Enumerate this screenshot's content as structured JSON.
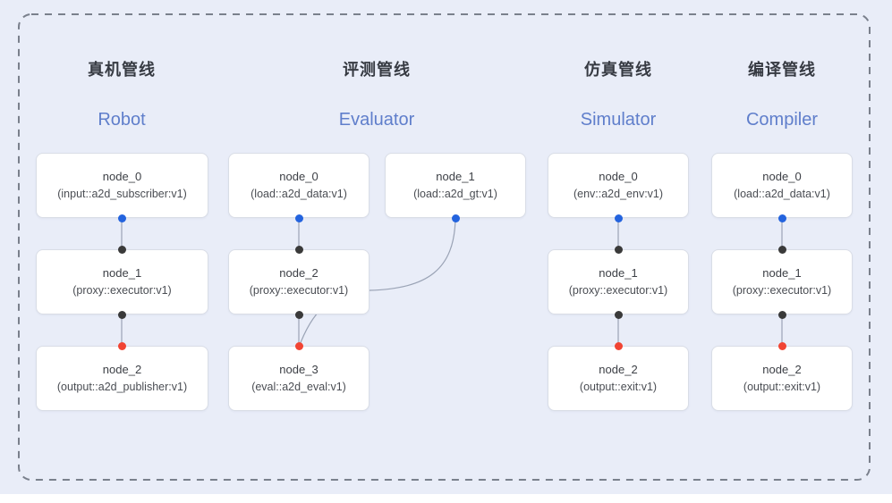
{
  "figure": {
    "background_color": "#e9edf8",
    "dashed_border_color": "#7a808c",
    "edge_color": "#9aa3b5",
    "title_zh_color": "#363a42",
    "title_en_color": "#5f7ecb",
    "port_colors": {
      "source_output": "#2363de",
      "proxy_port": "#3a3a3a",
      "sink_input": "#f14433"
    }
  },
  "pipelines": [
    {
      "key": "robot",
      "title_zh": "真机管线",
      "title_en": "Robot",
      "nodes": [
        {
          "name": "node_0",
          "type": "(input::a2d_subscriber:v1)"
        },
        {
          "name": "node_1",
          "type": "(proxy::executor:v1)"
        },
        {
          "name": "node_2",
          "type": "(output::a2d_publisher:v1)"
        }
      ]
    },
    {
      "key": "evaluator",
      "title_zh": "评测管线",
      "title_en": "Evaluator",
      "nodes": [
        {
          "name": "node_0",
          "type": "(load::a2d_data:v1)"
        },
        {
          "name": "node_1",
          "type": "(load::a2d_gt:v1)"
        },
        {
          "name": "node_2",
          "type": "(proxy::executor:v1)"
        },
        {
          "name": "node_3",
          "type": "(eval::a2d_eval:v1)"
        }
      ]
    },
    {
      "key": "simulator",
      "title_zh": "仿真管线",
      "title_en": "Simulator",
      "nodes": [
        {
          "name": "node_0",
          "type": "(env::a2d_env:v1)"
        },
        {
          "name": "node_1",
          "type": "(proxy::executor:v1)"
        },
        {
          "name": "node_2",
          "type": "(output::exit:v1)"
        }
      ]
    },
    {
      "key": "compiler",
      "title_zh": "编译管线",
      "title_en": "Compiler",
      "nodes": [
        {
          "name": "node_0",
          "type": "(load::a2d_data:v1)"
        },
        {
          "name": "node_1",
          "type": "(proxy::executor:v1)"
        },
        {
          "name": "node_2",
          "type": "(output::exit:v1)"
        }
      ]
    }
  ]
}
